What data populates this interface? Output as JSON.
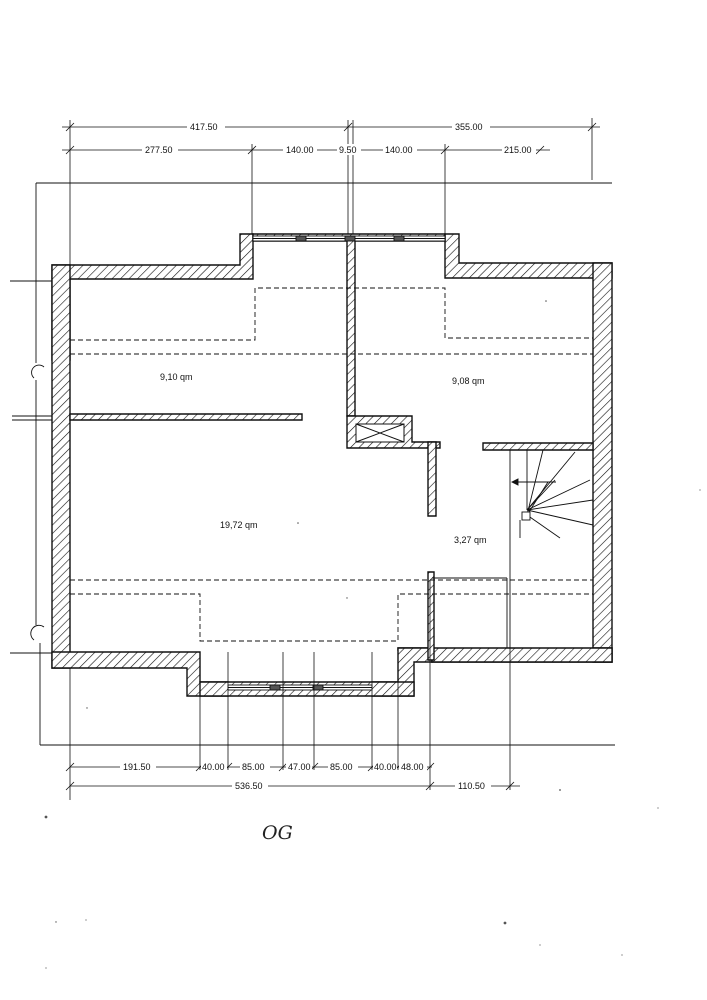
{
  "plan": {
    "floor_label": "OG",
    "rooms": [
      {
        "id": "room-upper-left",
        "area": "9,10 qm"
      },
      {
        "id": "room-upper-right",
        "area": "9,08 qm"
      },
      {
        "id": "room-main",
        "area": "19,72 qm"
      },
      {
        "id": "room-stair",
        "area": "3,27 qm"
      }
    ],
    "dimensions_top": {
      "outer": [
        "417.50",
        "355.00"
      ],
      "inner": [
        "277.50",
        "140.00",
        "9.50",
        "140.00",
        "215.00"
      ]
    },
    "dimensions_bottom": {
      "row1": [
        "191.50",
        "40.00",
        "85.00",
        "47.00",
        "85.00",
        "40.00",
        "48.00"
      ],
      "row2": [
        "536.50",
        "110.50"
      ]
    }
  }
}
